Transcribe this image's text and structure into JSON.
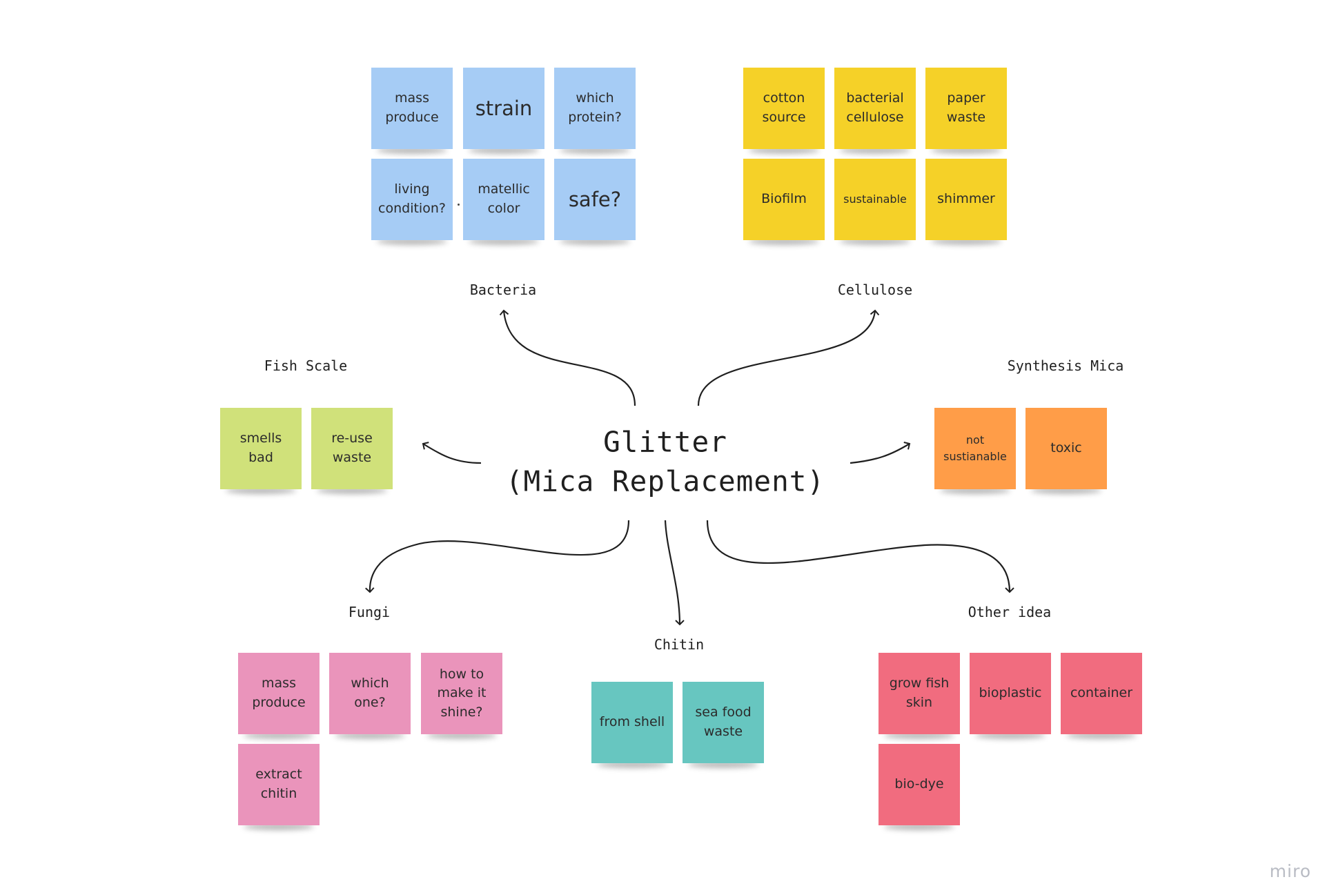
{
  "center": {
    "title": "Glitter\n(Mica Replacement)"
  },
  "colors": {
    "blue": "#a6ccf5",
    "yellow": "#f5d128",
    "green": "#d0e17a",
    "orange": "#ff9d48",
    "pink": "#ea94bb",
    "teal": "#67c6c0",
    "red": "#f16c7f",
    "line": "#1f1f1f"
  },
  "groups": {
    "bacteria": {
      "label": "Bacteria",
      "notes": [
        "mass\nproduce",
        "strain",
        "which\nprotein?",
        "living\ncondition?",
        "matellic\ncolor",
        "safe?"
      ]
    },
    "cellulose": {
      "label": "Cellulose",
      "notes": [
        "cotton\nsource",
        "bacterial\ncellulose",
        "paper\nwaste",
        "Biofilm",
        "sustainable",
        "shimmer"
      ]
    },
    "fish_scale": {
      "label": "Fish Scale",
      "notes": [
        "smells\nbad",
        "re-use\nwaste"
      ]
    },
    "synthesis_mica": {
      "label": "Synthesis Mica",
      "notes": [
        "not\nsustianable",
        "toxic"
      ]
    },
    "fungi": {
      "label": "Fungi",
      "notes": [
        "mass\nproduce",
        "which\none?",
        "how to\nmake it\nshine?",
        "extract\nchitin"
      ]
    },
    "chitin": {
      "label": "Chitin",
      "notes": [
        "from shell",
        "sea food\nwaste"
      ]
    },
    "other_idea": {
      "label": "Other idea",
      "notes": [
        "grow fish\nskin",
        "bioplastic",
        "container",
        "bio-dye"
      ]
    }
  },
  "brand": {
    "name": "miro"
  }
}
